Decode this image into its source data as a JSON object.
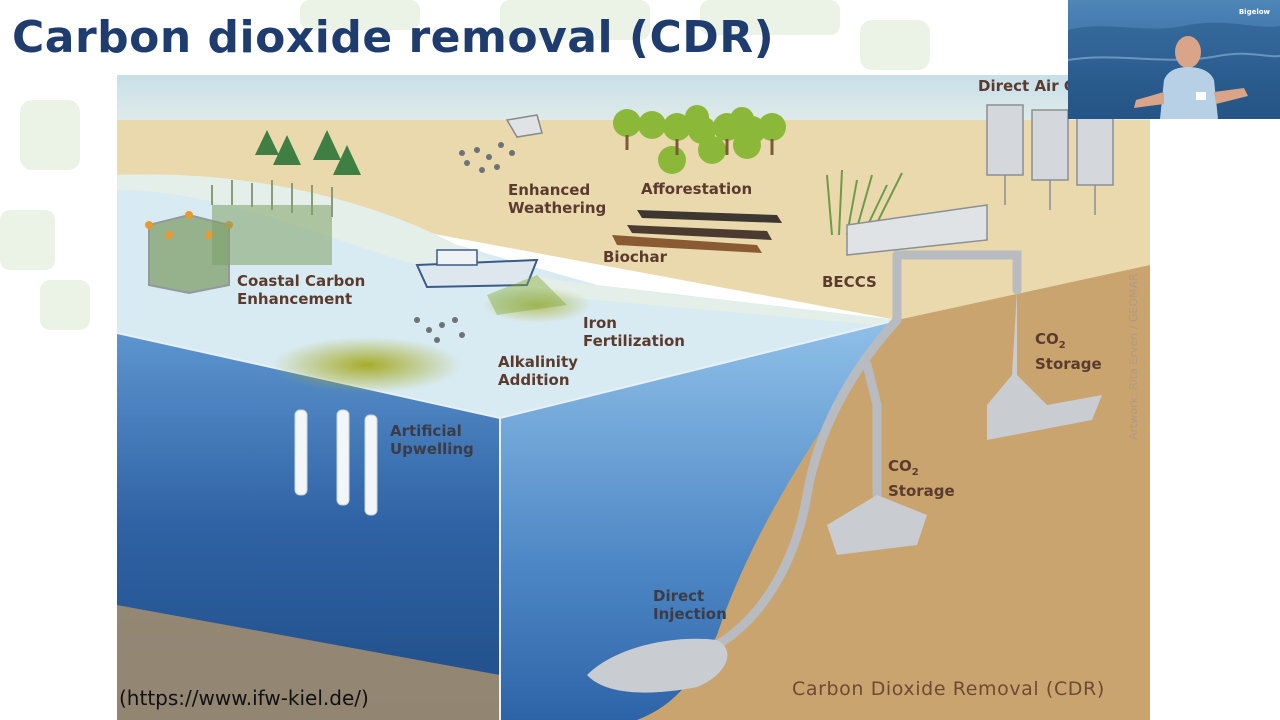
{
  "slide": {
    "title": "Carbon dioxide removal (CDR)",
    "source": "(https://www.ifw-kiel.de/)"
  },
  "figure": {
    "labels": {
      "enhanced_weathering_1": "Enhanced",
      "enhanced_weathering_2": "Weathering",
      "afforestation": "Afforestation",
      "biochar": "Biochar",
      "beccs": "BECCS",
      "direct_air_capture": "Direct Air C",
      "coastal_1": "Coastal Carbon",
      "coastal_2": "Enhancement",
      "iron_1": "Iron",
      "iron_2": "Fertilization",
      "alkalinity_1": "Alkalinity",
      "alkalinity_2": "Addition",
      "upwelling_1": "Artificial",
      "upwelling_2": "Upwelling",
      "co2_storage_upper_co": "CO",
      "co2_storage_upper_sub": "2",
      "co2_storage_upper_word": "Storage",
      "co2_storage_lower_co": "CO",
      "co2_storage_lower_sub": "2",
      "co2_storage_lower_word": "Storage",
      "direct_injection_1": "Direct",
      "direct_injection_2": "Injection"
    },
    "credit": "Artwork: Rita Erven / GEOMAR",
    "caption": "Carbon Dioxide Removal (CDR)"
  },
  "webcam": {
    "brand": "Bigelow"
  },
  "colors": {
    "title": "#1f3c6e",
    "sea_surface": "#d9ebf2",
    "land": "#e9d9ad",
    "seabed": "#c9a46e",
    "deep_water": "#2f62a4",
    "label_text": "#5a3b2e"
  }
}
